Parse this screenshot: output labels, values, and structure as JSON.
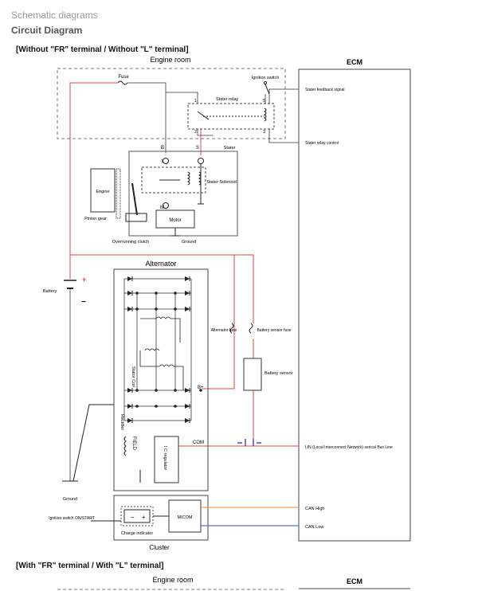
{
  "breadcrumb": "Schematic diagrams",
  "page_title": "Circuit Diagram",
  "section1": {
    "title": "[Without \"FR\" terminal / Without \"L\" terminal]",
    "engine_room": "Engine room",
    "ecm": "ECM",
    "fuse": "Fuse",
    "ignition_switch": "Ignition switch",
    "starter_relay": "Stater relay",
    "relay_pins": [
      "1",
      "2",
      "3",
      "5"
    ],
    "starter_feedback": "Stater feedback signal",
    "starter_relay_control": "Stater relay control",
    "starter": "Stater",
    "term_b": "B",
    "term_s": "S",
    "term_m": "M",
    "starter_solenoid": "Stater Solenoid",
    "engine": "Engine",
    "pinion_gear": "Pinion gear",
    "motor": "Motor",
    "ground": "Ground",
    "overrunning_clutch": "Overrunning clutch",
    "alternator": "Alternator",
    "battery": "Battery",
    "plus": "+",
    "minus": "−",
    "alternator_fuse": "Alternator fuse",
    "battery_sensor_fuse": "Battery sensor fuse",
    "battery_sensor": "Battery sensor",
    "stator_coil": "Stator Coil",
    "rectifier": "Rectifier",
    "b_plus": "B+",
    "com": "COM",
    "field": "FIELD",
    "ic_regulator": "I.C regulator",
    "lin": "LIN (Local Interconnect Network) serical Bus Line",
    "ground2": "Ground",
    "ignition_switch_on": "Ignition switch ON/START",
    "micom": "MICOM",
    "can_high": "CAN High",
    "can_low": "CAN Low",
    "charge_indicator": "Charge indicator",
    "cluster": "Cluster"
  },
  "section2": {
    "title": "[With \"FR\" terminal / With \"L\" terminal]",
    "engine_room": "Engine room",
    "ecm": "ECM"
  },
  "colors": {
    "battery_plus": "#e0463c",
    "can_high": "#f0a060",
    "can_low": "#4a78d8",
    "lin_marker": "#6a3aa0",
    "wire": "#333333"
  }
}
